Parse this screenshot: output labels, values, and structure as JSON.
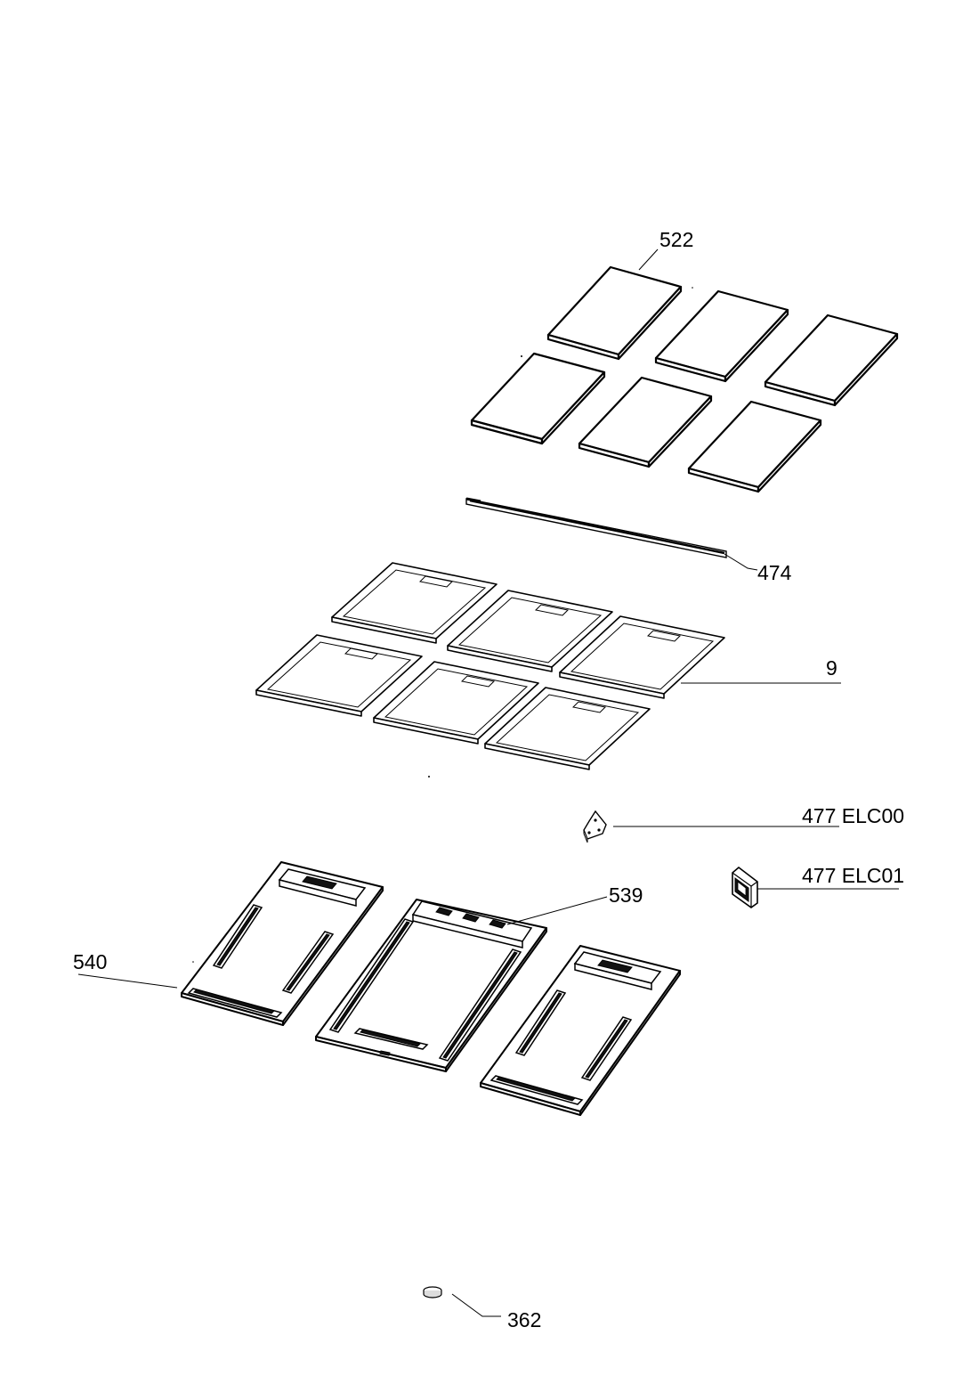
{
  "labels": {
    "p522": "522",
    "p474": "474",
    "p9": "9",
    "p477a": "477 ELC00",
    "p477b": "477 ELC01",
    "p539": "539",
    "p540": "540",
    "p362": "362"
  }
}
